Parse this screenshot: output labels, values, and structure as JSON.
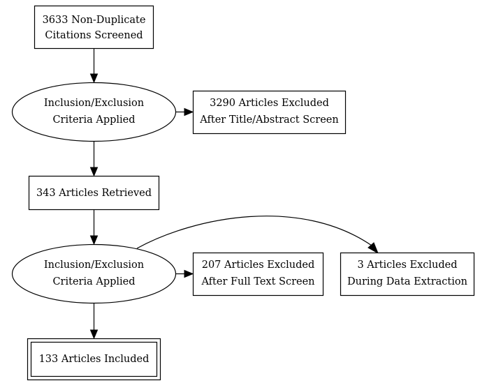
{
  "diagram": {
    "nodes": {
      "screened": {
        "line1": "3633 Non-Duplicate",
        "line2": "Citations Screened"
      },
      "criteria_1": {
        "line1": "Inclusion/Exclusion",
        "line2": "Criteria Applied"
      },
      "excluded_title_abstract": {
        "line1": "3290 Articles Excluded",
        "line2": "After Title/Abstract Screen"
      },
      "retrieved": {
        "line1": "343 Articles Retrieved"
      },
      "criteria_2": {
        "line1": "Inclusion/Exclusion",
        "line2": "Criteria Applied"
      },
      "excluded_full_text": {
        "line1": "207 Articles Excluded",
        "line2": "After Full Text Screen"
      },
      "excluded_data_extraction": {
        "line1": "3 Articles Excluded",
        "line2": "During Data Extraction"
      },
      "included": {
        "line1": "133 Articles Included"
      }
    }
  }
}
